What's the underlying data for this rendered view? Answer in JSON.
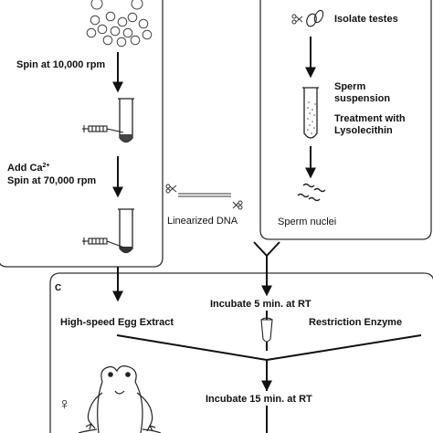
{
  "panel_a": {
    "step_spin_low": "Spin at 10,000 rpm",
    "step_add_ca": "Add Ca",
    "step_add_ca_sup": "2+",
    "step_spin_high": "Spin at 70,000 rpm"
  },
  "panel_b": {
    "isolate": "Isolate testes",
    "sperm_suspension_1": "Sperm",
    "sperm_suspension_2": "suspension",
    "treatment_1": "Treatment with",
    "treatment_2": "Lysolecithin",
    "sperm_nuclei": "Sperm nuclei"
  },
  "middle": {
    "linearized_dna": "Linearized DNA"
  },
  "panel_c": {
    "panel_letter": "C",
    "incubate_5": "Incubate 5 min. at RT",
    "egg_extract": "High-speed Egg Extract",
    "restriction_enzyme": "Restriction Enzyme",
    "incubate_15": "Incubate 15 min. at RT",
    "female_symbol": "♀"
  }
}
